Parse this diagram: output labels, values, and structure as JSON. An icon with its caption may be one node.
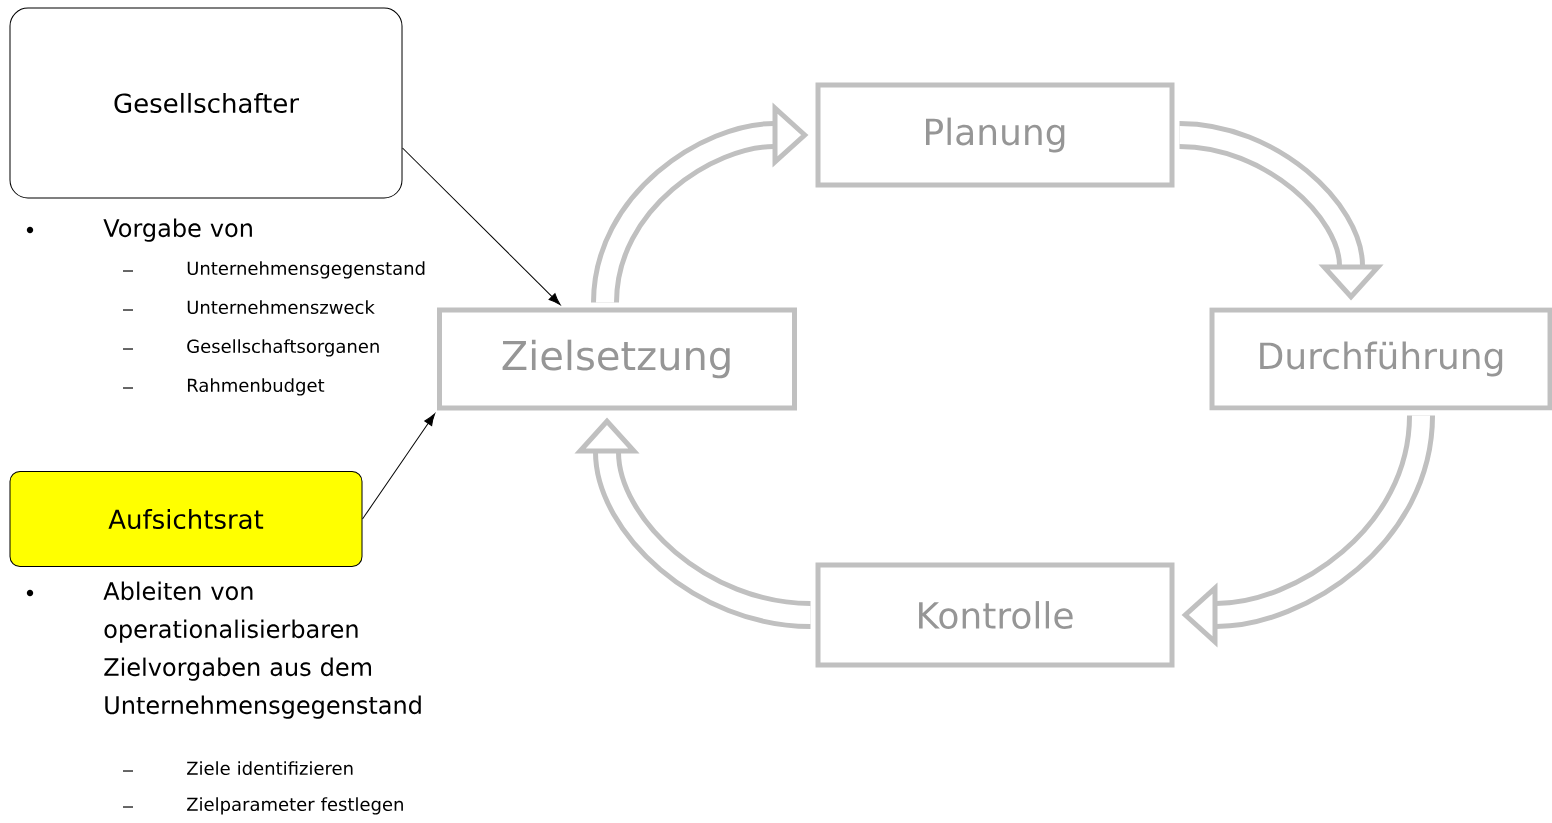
{
  "diagram": {
    "nodes": [
      {
        "text": [
          "Gesellschafter"
        ],
        "beside": [
          "Vorgabe von",
          "Unternehmensgegenstand",
          "Unternehmenszweck",
          "Gesellschaftsorganen",
          "Rahmenbudget"
        ]
      },
      {
        "text": [
          "Aufsichtsrat"
        ],
        "beside": [
          "Ableiten von operationalisierbaren Zielvorgaben aus dem Unternehmensgegenstand",
          "Ziele identifizieren",
          "Zielparameter festlegen"
        ]
      },
      {
        "text": [
          "Zielsetzung"
        ]
      },
      {
        "text": [
          "Planung"
        ]
      },
      {
        "text": [
          "Durchführung"
        ]
      },
      {
        "text": [
          "Kontrolle"
        ]
      }
    ],
    "edges": [
      {
        "from": 0,
        "to": 2,
        "arrow": "to",
        "color": "#000000"
      },
      {
        "from": 1,
        "to": 2,
        "arrow": "to",
        "color": "#000000"
      },
      {
        "from": 2,
        "to": 3,
        "arrow": "to"
      },
      {
        "from": 3,
        "to": 4,
        "arrow": "to"
      },
      {
        "from": 4,
        "to": 5,
        "arrow": "to"
      },
      {
        "from": 5,
        "to": 2,
        "arrow": "to"
      }
    ]
  }
}
